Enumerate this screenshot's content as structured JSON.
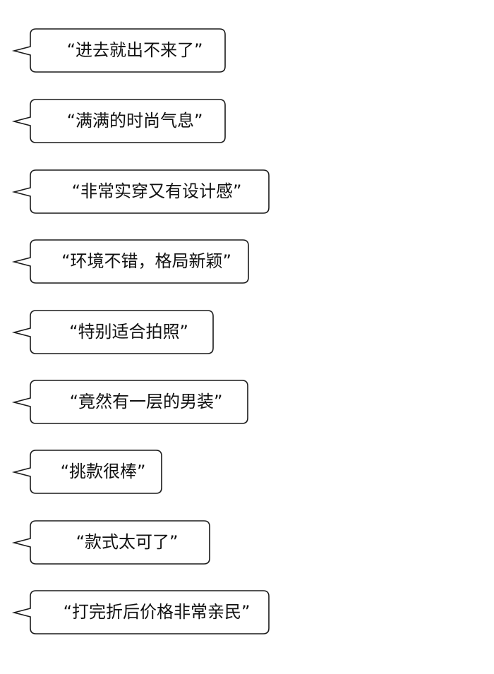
{
  "bubbles": [
    {
      "text": "“进去就出不来了”"
    },
    {
      "text": "“满满的时尚气息”"
    },
    {
      "text": "“非常实穿又有设计感”"
    },
    {
      "text": "“环境不错，格局新颖”"
    },
    {
      "text": "“特别适合拍照”"
    },
    {
      "text": "“竟然有一层的男装”"
    },
    {
      "text": "“挑款很棒”"
    },
    {
      "text": "“款式太可了”"
    },
    {
      "text": "“打完折后价格非常亲民”"
    }
  ],
  "colors": {
    "stroke": "#1a1a1a",
    "fill": "#ffffff",
    "text": "#111111"
  }
}
